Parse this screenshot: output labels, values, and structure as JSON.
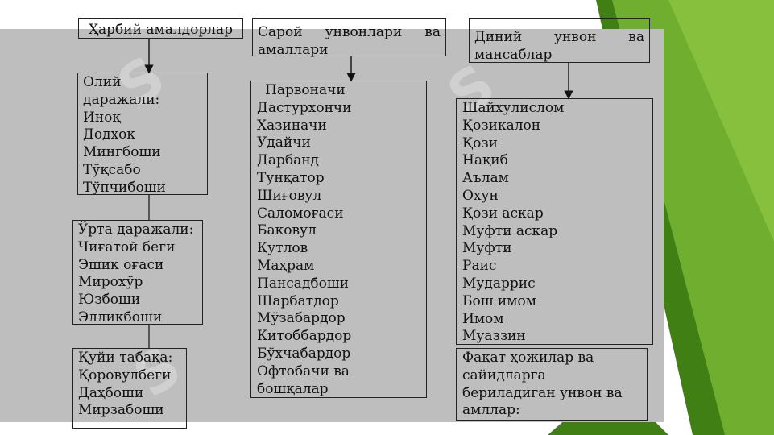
{
  "colors": {
    "slide_bg": "#bebebe",
    "green_dark": "#3f7f14",
    "green_light": "#86c03c",
    "border": "#222222"
  },
  "top_headers": {
    "left": "Ҳарбий амалдорлар",
    "middle": "Сарой унвонлари ва амаллари",
    "right": "Диний унвон ва мансаблар"
  },
  "left_column": {
    "high": {
      "heading": "Олий даражали:",
      "items": [
        "Иноқ",
        "Додхоқ",
        "Мингбоши",
        "Тўқсабо",
        "Тўпчибоши"
      ]
    },
    "middle": {
      "heading": "Ўрта даражали:",
      "items": [
        "Чиғатой беги",
        "Эшик оғаси",
        "Мирохўр",
        "Юзбоши",
        "Элликбоши"
      ]
    },
    "low": {
      "heading": "Қуйи табақа:",
      "items": [
        "Қоровулбеги",
        "Даҳбоши",
        "Мирзабоши"
      ]
    }
  },
  "middle_column": {
    "items": [
      "Парвоначи",
      "Дастурхончи",
      "Хазиначи",
      "Удайчи",
      "Дарбанд",
      "Тунқатор",
      "Шиғовул",
      "Саломоғаси",
      "Баковул",
      "Қутлов",
      "Маҳрам",
      "Пансадбоши",
      "Шарбатдор",
      "Мўзабардор",
      "Китоббардор",
      "Бўхчабардор",
      "Офтобачи ва",
      "бошқалар"
    ]
  },
  "right_column": {
    "items": [
      "Шайхулислом",
      "Қозикалон",
      "Қози",
      "Нақиб",
      "Аълам",
      "Охун",
      "Қози аскар",
      "Муфти аскар",
      "Муфти",
      "Раис",
      "Мударрис",
      "Бош имом",
      "Имом",
      "Муаззин"
    ],
    "note": "Фақат ҳожилар ва сайидларга бериладиган унвон ва амллар:"
  }
}
